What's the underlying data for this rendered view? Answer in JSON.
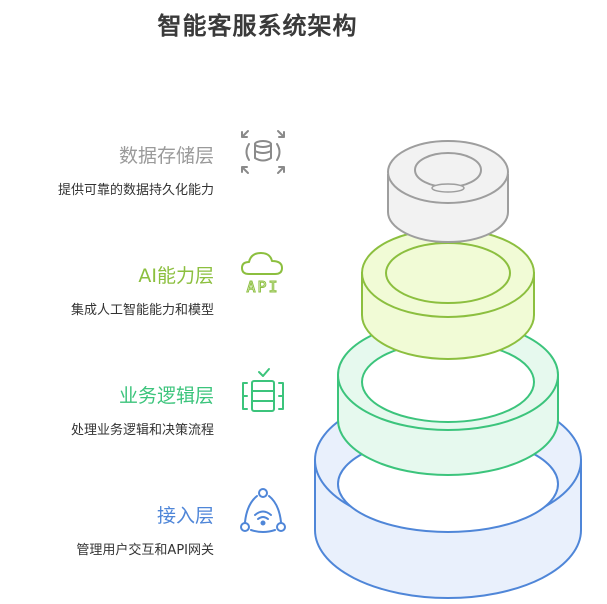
{
  "title": "智能客服系统架构",
  "layers": [
    {
      "title": "数据存储层",
      "desc": "提供可靠的数据持久化能力",
      "icon": "database-expand-icon",
      "color": "#9a9a9a"
    },
    {
      "title": "AI能力层",
      "desc": "集成人工智能能力和模型",
      "icon": "cloud-api-icon",
      "icon_label": "API",
      "color": "#8cbf3f"
    },
    {
      "title": "业务逻辑层",
      "desc": "处理业务逻辑和决策流程",
      "icon": "server-rack-icon",
      "color": "#3cc47c"
    },
    {
      "title": "接入层",
      "desc": "管理用户交互和API网关",
      "icon": "network-hub-icon",
      "color": "#4f86d8"
    }
  ],
  "colors": {
    "gray_stroke": "#9e9e9e",
    "gray_fill": "#f2f2f2",
    "lime_stroke": "#8cbf3f",
    "lime_fill": "#f1fbd6",
    "green_stroke": "#3cc47c",
    "green_fill": "#e6f9ee",
    "blue_stroke": "#4f86d8",
    "blue_fill": "#e9f0fc"
  }
}
